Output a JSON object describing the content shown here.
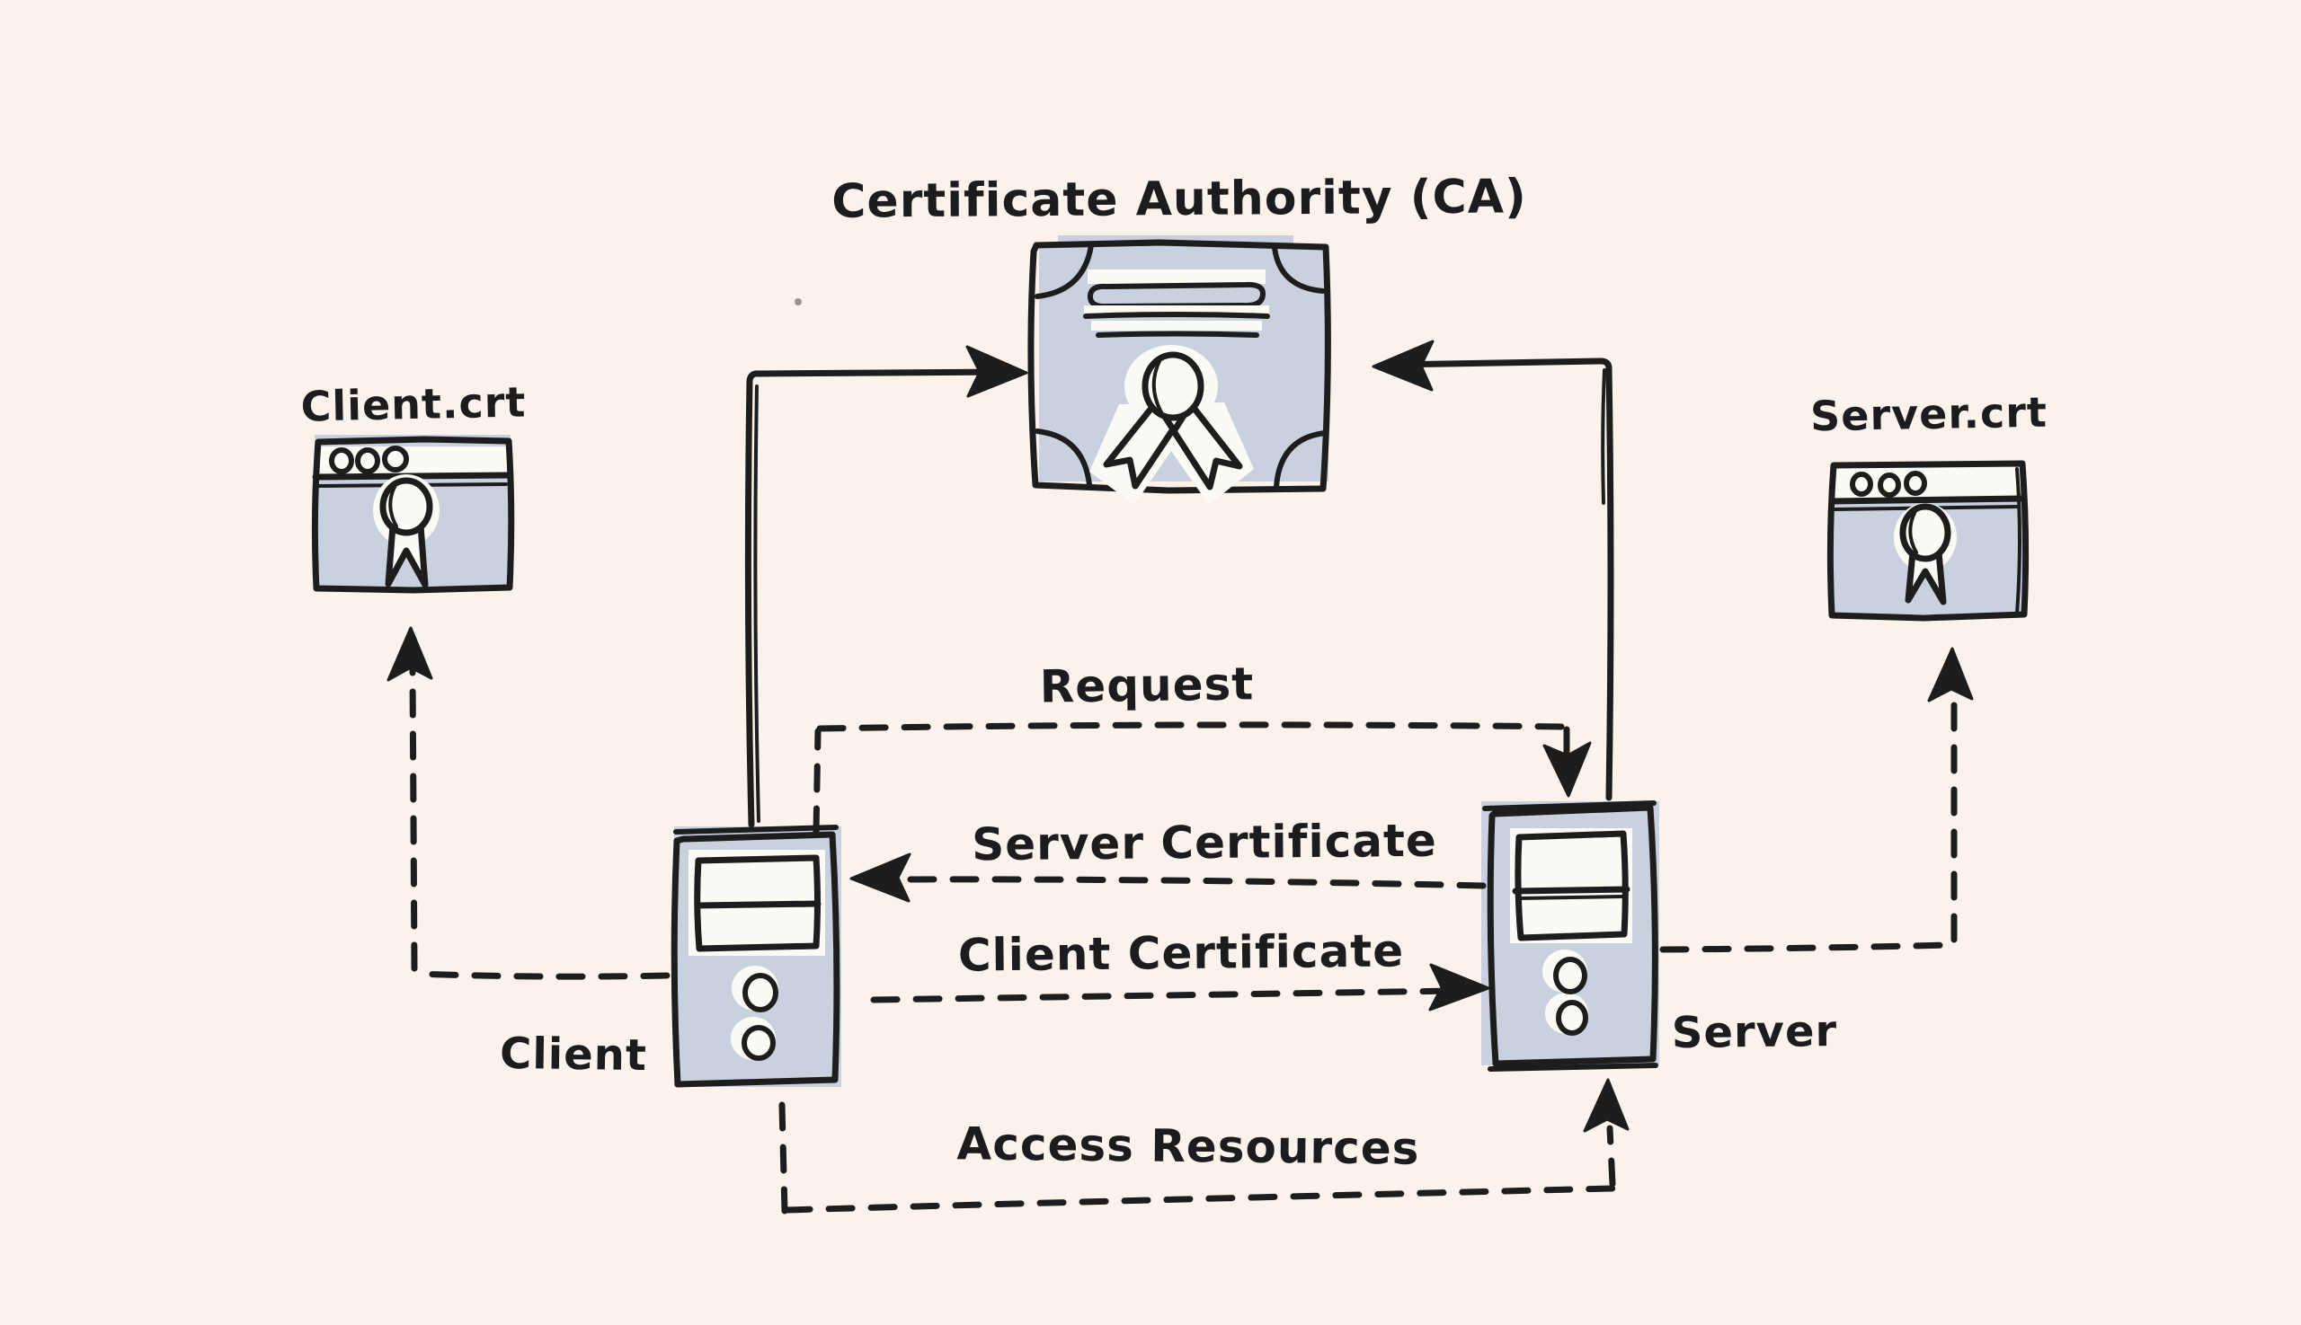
{
  "colors": {
    "background": "#faf2eb",
    "stroke": "#1d1d1d",
    "shape-fill": "#c8d1dd",
    "highlight": "#fcfaf4",
    "text": "#1c1c1f"
  },
  "nodes": {
    "certificate_authority": {
      "label": "Certificate Authority (CA)",
      "icon": "certificate-seal"
    },
    "client_crt": {
      "label": "Client.crt",
      "icon": "browser-window-ribbon"
    },
    "server_crt": {
      "label": "Server.crt",
      "icon": "browser-window-ribbon"
    },
    "client": {
      "label": "Client",
      "icon": "computer-tower"
    },
    "server": {
      "label": "Server",
      "icon": "computer-tower"
    }
  },
  "edge_labels": {
    "request": "Request",
    "server_certificate": "Server Certificate",
    "client_certificate": "Client Certificate",
    "access_resources": "Access Resources"
  },
  "connections": [
    {
      "from": "client",
      "to": "certificate_authority",
      "style": "solid",
      "label": ""
    },
    {
      "from": "server",
      "to": "certificate_authority",
      "style": "solid",
      "label": ""
    },
    {
      "from": "client",
      "to": "server",
      "style": "dashed",
      "label": "Request"
    },
    {
      "from": "server",
      "to": "client",
      "style": "dashed",
      "label": "Server Certificate"
    },
    {
      "from": "client",
      "to": "server",
      "style": "dashed",
      "label": "Client Certificate"
    },
    {
      "from": "client",
      "to": "server",
      "style": "dashed",
      "label": "Access Resources"
    },
    {
      "from": "client",
      "to": "client_crt",
      "style": "dashed",
      "label": ""
    },
    {
      "from": "server",
      "to": "server_crt",
      "style": "dashed",
      "label": ""
    }
  ]
}
